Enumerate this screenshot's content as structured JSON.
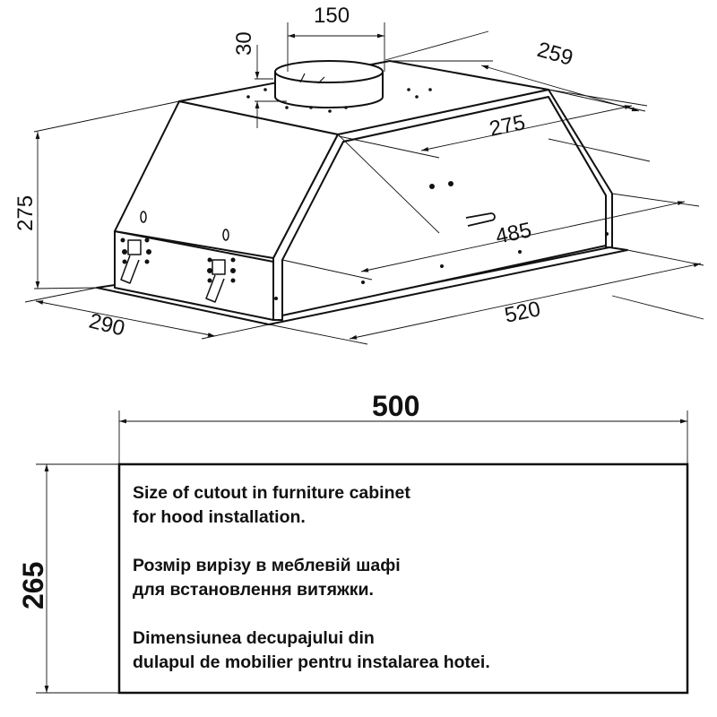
{
  "hood_drawing": {
    "dims": {
      "duct_diameter": "150",
      "duct_height": "30",
      "top_depth": "259",
      "top_width": "275",
      "height": "275",
      "body_width": "485",
      "flange_depth": "290",
      "flange_width": "520"
    }
  },
  "cutout": {
    "width": "500",
    "height": "265",
    "text": {
      "en_line1": "Size of cutout in furniture cabinet",
      "en_line2": "for hood installation.",
      "uk_line1": "Розмір вирізу в меблевій шафі",
      "uk_line2": "для встановлення витяжки.",
      "ro_line1": "Dimensiunea decupajului din",
      "ro_line2": "dulapul de mobilier pentru instalarea hotei."
    }
  },
  "colors": {
    "line": "#111111",
    "background": "#ffffff"
  }
}
